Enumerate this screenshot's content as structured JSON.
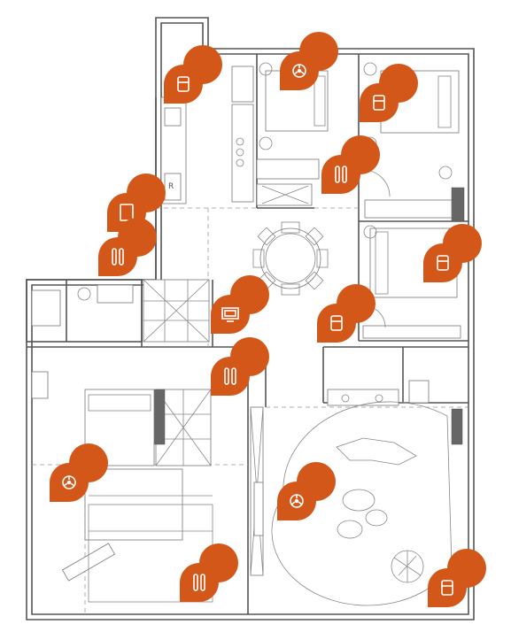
{
  "colors": {
    "pin": "#d4571a",
    "wall": "#555555",
    "furniture": "#777777",
    "dark_fixture": "#666666"
  },
  "fixture_labels": {
    "refrigerator": "R"
  },
  "sensors": [
    {
      "id": "motion-kitchen",
      "icon": "motion-sensor-icon"
    },
    {
      "id": "smoke-bedroom",
      "icon": "smoke-detector-icon"
    },
    {
      "id": "motion-bedroom-ne",
      "icon": "motion-sensor-icon"
    },
    {
      "id": "keypad-entry",
      "icon": "keypad-icon"
    },
    {
      "id": "contact-entry",
      "icon": "door-contact-icon"
    },
    {
      "id": "contact-hall",
      "icon": "door-contact-icon"
    },
    {
      "id": "motion-bedroom-e",
      "icon": "motion-sensor-icon"
    },
    {
      "id": "display-living",
      "icon": "tv-display-icon"
    },
    {
      "id": "motion-dining",
      "icon": "motion-sensor-icon"
    },
    {
      "id": "contact-bath",
      "icon": "door-contact-icon"
    },
    {
      "id": "smoke-master",
      "icon": "smoke-detector-icon"
    },
    {
      "id": "smoke-lounge",
      "icon": "smoke-detector-icon"
    },
    {
      "id": "contact-master",
      "icon": "door-contact-icon"
    },
    {
      "id": "motion-lounge",
      "icon": "motion-sensor-icon"
    }
  ]
}
